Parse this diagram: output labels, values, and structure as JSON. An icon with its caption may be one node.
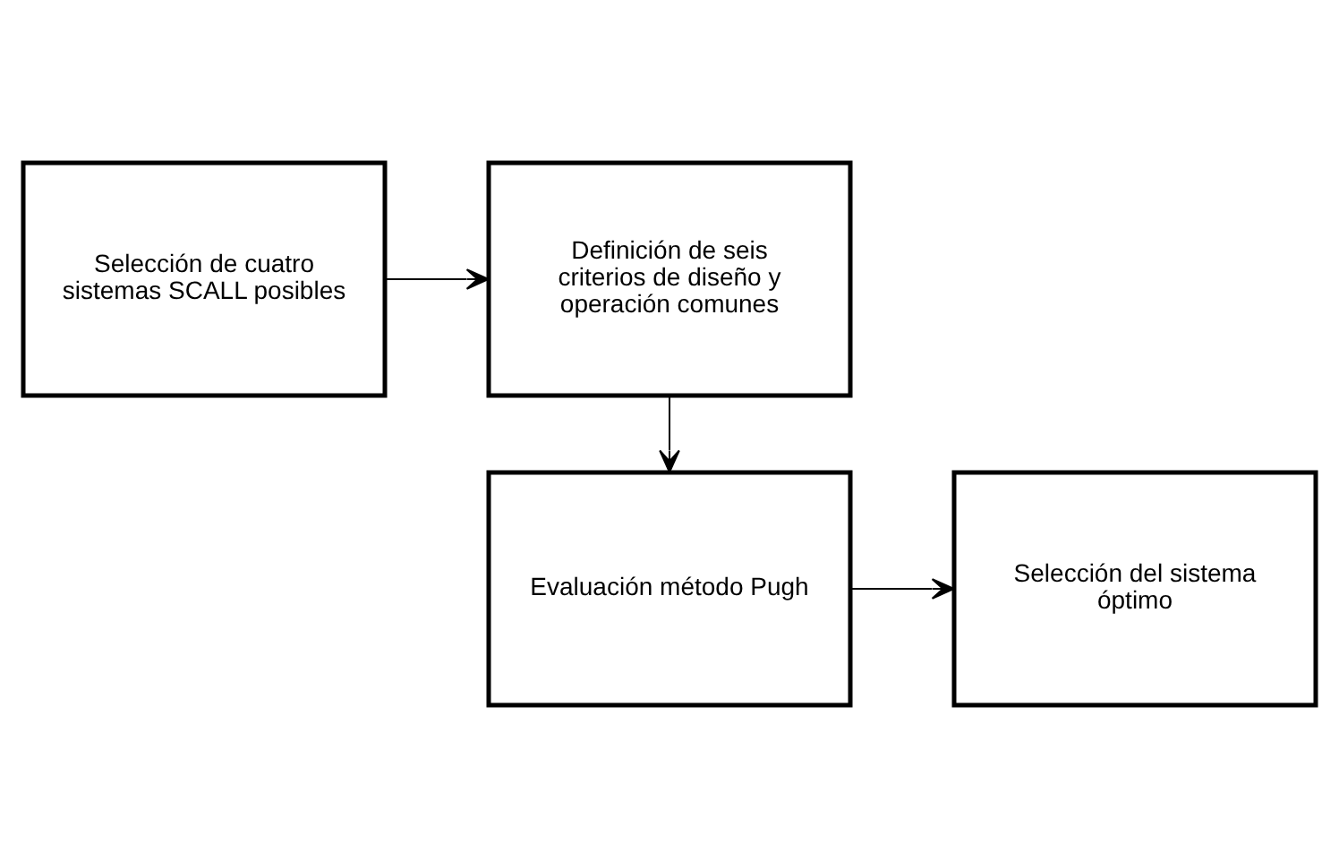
{
  "diagram": {
    "nodes": [
      {
        "text": [
          "Selección de cuatro sistemas SCALL posibles"
        ]
      },
      {
        "text": [
          "Definición de seis criterios de diseño y operación comunes"
        ]
      },
      {
        "text": [
          "Evaluación método Pugh"
        ]
      },
      {
        "text": [
          "Selección del sistema óptimo"
        ]
      }
    ],
    "edges": [
      {
        "from": 0,
        "to": 1,
        "arrow": "to"
      },
      {
        "from": 1,
        "to": 2,
        "arrow": "to"
      },
      {
        "from": 2,
        "to": 3,
        "arrow": "to"
      }
    ]
  }
}
